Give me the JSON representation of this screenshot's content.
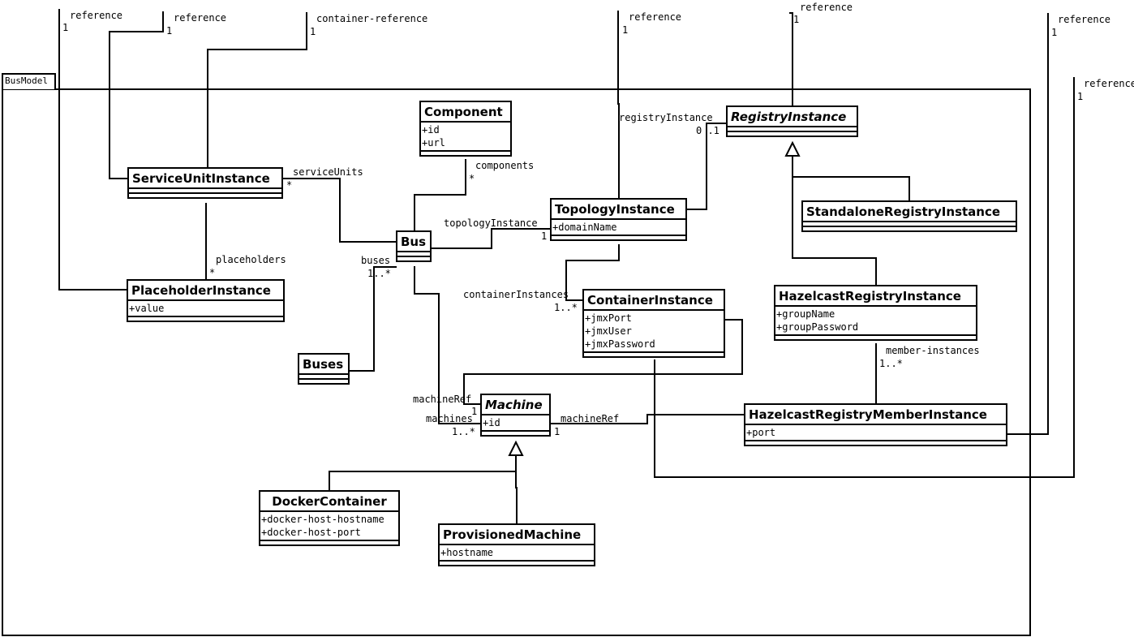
{
  "package": {
    "name": "BusModel"
  },
  "classes": {
    "component": {
      "name": "Component",
      "attrs": [
        "+id",
        "+url"
      ]
    },
    "service_unit_instance": {
      "name": "ServiceUnitInstance",
      "attrs": []
    },
    "placeholder_instance": {
      "name": "PlaceholderInstance",
      "attrs": [
        "+value"
      ]
    },
    "bus": {
      "name": "Bus",
      "attrs": []
    },
    "buses": {
      "name": "Buses",
      "attrs": []
    },
    "topology_instance": {
      "name": "TopologyInstance",
      "attrs": [
        "+domainName"
      ]
    },
    "container_instance": {
      "name": "ContainerInstance",
      "attrs": [
        "+jmxPort",
        "+jmxUser",
        "+jmxPassword"
      ]
    },
    "registry_instance": {
      "name": "RegistryInstance",
      "attrs": [],
      "abstract": true
    },
    "standalone_registry_instance": {
      "name": "StandaloneRegistryInstance",
      "attrs": []
    },
    "hazelcast_registry_instance": {
      "name": "HazelcastRegistryInstance",
      "attrs": [
        "+groupName",
        "+groupPassword"
      ]
    },
    "hazelcast_registry_member_instance": {
      "name": "HazelcastRegistryMemberInstance",
      "attrs": [
        "+port"
      ]
    },
    "machine": {
      "name": "Machine",
      "attrs": [
        "+id"
      ],
      "abstract": true
    },
    "docker_container": {
      "name": "DockerContainer",
      "attrs": [
        "+docker-host-hostname",
        "+docker-host-port"
      ]
    },
    "provisioned_machine": {
      "name": "ProvisionedMachine",
      "attrs": [
        "+hostname"
      ]
    }
  },
  "labels": {
    "ref1": "reference",
    "ref1_mult": "1",
    "ref2": "reference",
    "ref2_mult": "1",
    "container_ref": "container-reference",
    "container_ref_mult": "1",
    "ref3": "reference",
    "ref3_mult": "1",
    "ref4": "reference",
    "ref4_mult": "1",
    "ref5": "reference",
    "ref5_mult": "1",
    "ref6": "reference",
    "ref6_mult": "1",
    "service_units": "serviceUnits",
    "service_units_mult": "*",
    "components": "components",
    "components_mult": "*",
    "placeholders": "placeholders",
    "placeholders_mult": "*",
    "topology_instance": "topologyInstance",
    "topology_instance_mult": "1",
    "registry_instance": "registryInstance",
    "registry_instance_mult": "0 .1",
    "buses": "buses",
    "buses_mult": "1..*",
    "container_instances": "containerInstances",
    "container_instances_mult": "1..*",
    "member_instances": "member-instances",
    "member_instances_mult": "1..*",
    "machine_ref_left": "machineRef",
    "machine_ref_left_mult": "1",
    "machines": "machines",
    "machines_mult": "1..*",
    "machine_ref_right": "machineRef",
    "machine_ref_right_mult": "1"
  }
}
